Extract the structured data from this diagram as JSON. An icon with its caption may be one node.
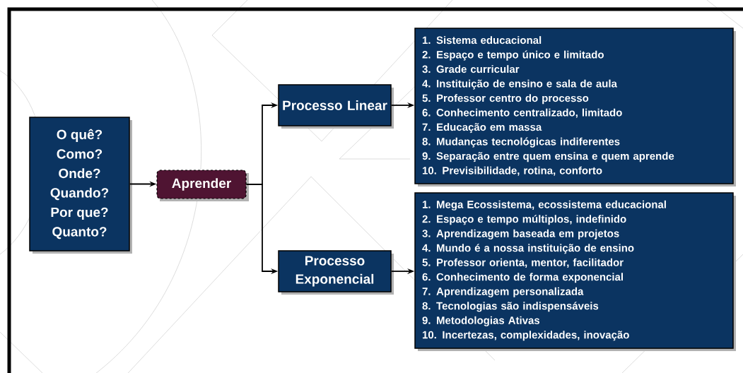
{
  "diagram": {
    "nodes": [
      {
        "text": [
          "O quê?",
          "Como?",
          "Onde?",
          "Quando?",
          "Por que?",
          "Quanto?"
        ]
      },
      {
        "text": [
          "Aprender"
        ]
      },
      {
        "text": [
          "Processo Linear"
        ]
      },
      {
        "text": [
          "Processo Exponencial"
        ]
      },
      {
        "text": [
          "1. Sistema educacional",
          "2. Espaço e tempo único e limitado",
          "3. Grade curricular",
          "4. Instituição de ensino e sala de aula",
          "5. Professor centro do processo",
          "6. Conhecimento centralizado, limitado",
          "7. Educação em massa",
          "8. Mudanças tecnológicas indiferentes",
          "9. Separação entre quem ensina e quem aprende",
          "10. Previsibilidade, rotina, conforto"
        ]
      },
      {
        "text": [
          "1. Mega Ecossistema, ecossistema educacional",
          "2. Espaço e tempo múltiplos, indefinido",
          "3. Aprendizagem baseada em projetos",
          "4. Mundo é a nossa instituição de ensino",
          "5. Professor orienta, mentor, facilitador",
          "6. Conhecimento de forma exponencial",
          "7. Aprendizagem personalizada",
          "8. Tecnologias são indispensáveis",
          "9. Metodologias Ativas",
          "10. Incertezas, complexidades, inovação"
        ]
      }
    ],
    "edges": [
      {
        "from": 0,
        "to": 1,
        "arrow": "to"
      },
      {
        "from": 1,
        "to": 2,
        "arrow": "to"
      },
      {
        "from": 1,
        "to": 3,
        "arrow": "to"
      },
      {
        "from": 2,
        "to": 4,
        "arrow": "to"
      },
      {
        "from": 3,
        "to": 5,
        "arrow": "to"
      }
    ]
  }
}
